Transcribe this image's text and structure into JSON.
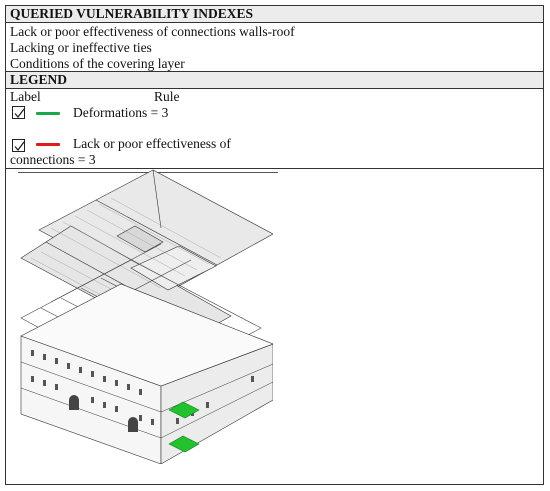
{
  "header": {
    "title": "QUERIED VULNERABILITY INDEXES"
  },
  "indexes": [
    "Lack or poor effectiveness of connections walls-roof",
    "Lacking or ineffective ties",
    "Conditions of the covering layer"
  ],
  "legend": {
    "title": "LEGEND",
    "label_header": "Label",
    "rule_header": "Rule",
    "items": [
      {
        "checked": true,
        "color": "#1aa84a",
        "text": "Deformations = 3"
      },
      {
        "checked": true,
        "color": "#e01b1b",
        "text_line1": "Lack or poor effectiveness of",
        "text_line2": "connections = 3"
      }
    ]
  },
  "model": {
    "highlight_color": "#22c22e"
  }
}
